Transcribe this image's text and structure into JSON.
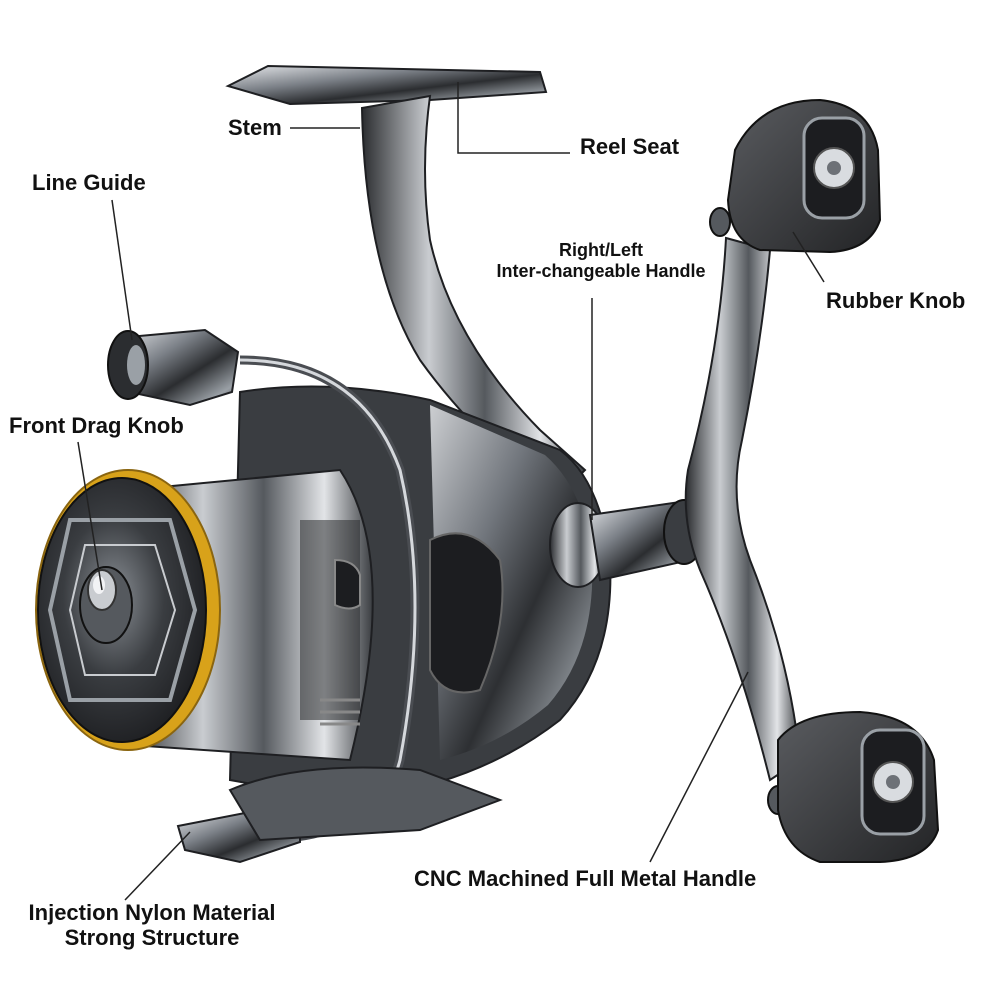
{
  "labels": {
    "stem": "Stem",
    "reel_seat": "Reel Seat",
    "line_guide": "Line Guide",
    "handle_switch": [
      "Right/Left",
      "Inter-changeable Handle"
    ],
    "rubber_knob": "Rubber Knob",
    "front_drag_knob": "Front Drag Knob",
    "cnc_handle": "CNC Machined Full Metal Handle",
    "nylon": [
      "Injection Nylon Material",
      "Strong Structure"
    ]
  },
  "colors": {
    "background": "#ffffff",
    "metal_dark": "#2b2d30",
    "metal_mid": "#6d7177",
    "metal_light": "#d9dce0",
    "gold_ring": "#d8a21a",
    "rubber": "#3a3b3d",
    "label_text": "#111111",
    "leader_line": "#222222"
  }
}
